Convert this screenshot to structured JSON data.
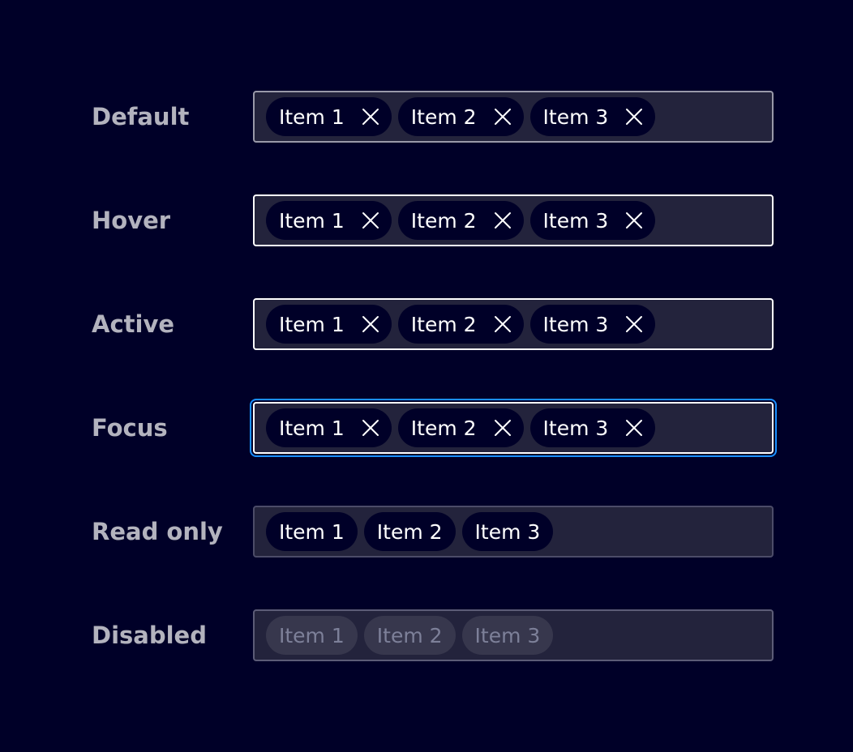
{
  "states": [
    {
      "label": "Default",
      "variant": "default",
      "removable": true,
      "items": [
        "Item 1",
        "Item 2",
        "Item 3"
      ]
    },
    {
      "label": "Hover",
      "variant": "hover",
      "removable": true,
      "items": [
        "Item 1",
        "Item 2",
        "Item 3"
      ]
    },
    {
      "label": "Active",
      "variant": "active",
      "removable": true,
      "items": [
        "Item 1",
        "Item 2",
        "Item 3"
      ]
    },
    {
      "label": "Focus",
      "variant": "focus",
      "removable": true,
      "items": [
        "Item 1",
        "Item 2",
        "Item 3"
      ]
    },
    {
      "label": "Read only",
      "variant": "readonly",
      "removable": false,
      "items": [
        "Item 1",
        "Item 2",
        "Item 3"
      ]
    },
    {
      "label": "Disabled",
      "variant": "disabled",
      "removable": false,
      "items": [
        "Item 1",
        "Item 2",
        "Item 3"
      ]
    }
  ],
  "icons": {
    "remove": "close-icon"
  },
  "colors": {
    "background": "#000028",
    "field": "#23233c",
    "chip": "#000028",
    "focus_ring": "#1a8fff",
    "label": "#b3b3be",
    "disabled_text": "#7d8099"
  }
}
